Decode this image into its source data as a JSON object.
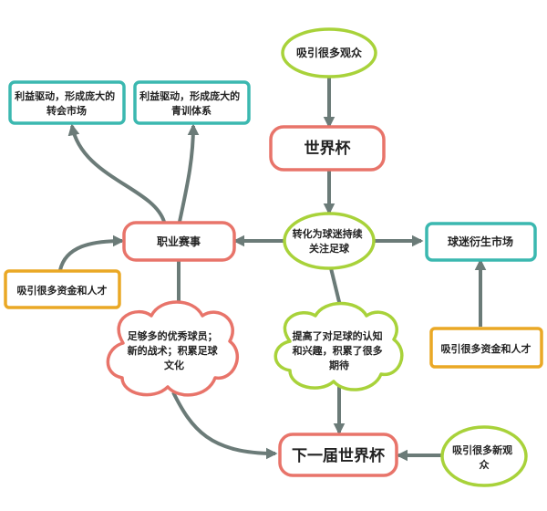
{
  "colors": {
    "red": "#e8746a",
    "green": "#a8d23a",
    "teal": "#3bb8b0",
    "orange": "#eaa825",
    "arrow": "#6b7b78"
  },
  "nodes": {
    "top_viewers": "吸引很多观众",
    "world_cup": "世界杯",
    "convert_fans": [
      "转化为球迷持续",
      "关注足球"
    ],
    "pro_league": "职业赛事",
    "fan_market": "球迷衍生市场",
    "transfer_market": [
      "利益驱动，形成庞大的",
      "转会市场"
    ],
    "youth_system": [
      "利益驱动，形成庞大的",
      "青训体系"
    ],
    "funds_left": "吸引很多资金和人才",
    "funds_right": "吸引很多资金和人才",
    "players_culture": [
      "足够多的优秀球员；",
      "新的战术；积累足球",
      "文化"
    ],
    "awareness": [
      "提高了对足球的认知",
      "和兴趣，积累了很多",
      "期待"
    ],
    "next_world_cup": "下一届世界杯",
    "new_viewers": [
      "吸引很多新观",
      "众"
    ]
  }
}
